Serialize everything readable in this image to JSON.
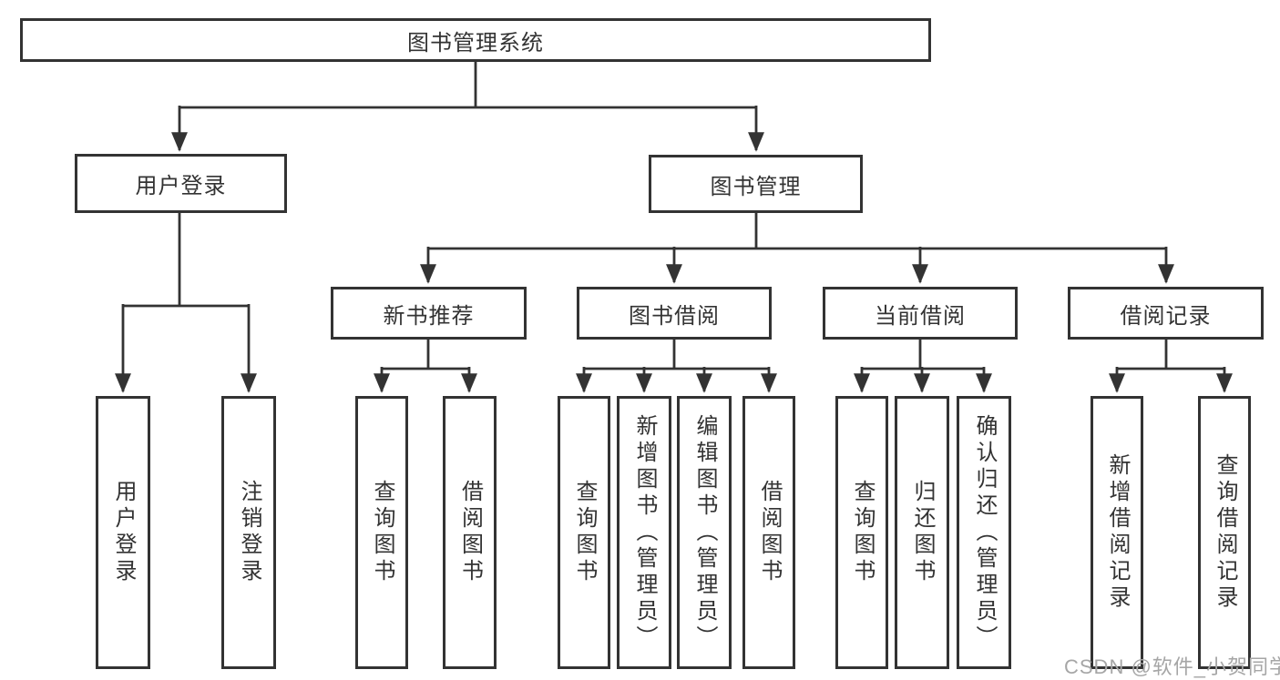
{
  "diagram": {
    "root": "图书管理系统",
    "level2": [
      "用户登录",
      "图书管理"
    ],
    "level3": [
      "新书推荐",
      "图书借阅",
      "当前借阅",
      "借阅记录"
    ],
    "groups": {
      "user_login_children": [
        "用户登录",
        "注销登录"
      ],
      "new_book_children": [
        "查询图书",
        "借阅图书"
      ],
      "book_borrow_children": [
        "查询图书",
        "新增图书（管理员）",
        "编辑图书（管理员）",
        "借阅图书"
      ],
      "current_borrow_children": [
        "查询图书",
        "归还图书",
        "确认归还（管理员）"
      ],
      "borrow_record_children": [
        "新增借阅记录",
        "查询借阅记录"
      ]
    }
  },
  "watermark": "CSDN @软件_小贺同学",
  "colors": {
    "line": "#333333",
    "text": "#333333",
    "box_background": "#ffffff",
    "watermark": "#a6a6a6"
  }
}
